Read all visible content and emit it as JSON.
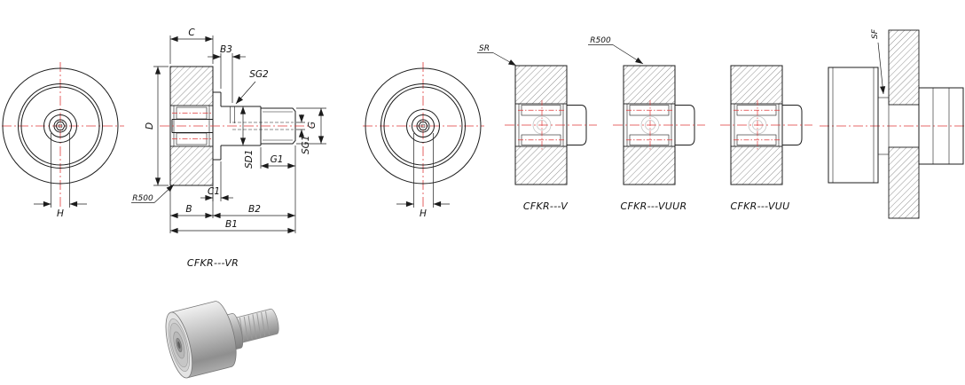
{
  "colors": {
    "line": "#1c1c1c",
    "centerline": "#e03a3a",
    "hatch": "#454545",
    "text": "#111111",
    "background": "#ffffff"
  },
  "front_view_left": {
    "dim_h": "H"
  },
  "front_view_mid": {
    "dim_h": "H"
  },
  "section_vr": {
    "label": "CFKR---VR",
    "callout_r500": "R500",
    "dims": {
      "c": "C",
      "b3": "B3",
      "sg2": "SG2",
      "d": "D",
      "g": "G",
      "sg1": "SG1",
      "sd1": "SD1",
      "g1": "G1",
      "c1": "C1",
      "b": "B",
      "b2": "B2",
      "b1": "B1"
    }
  },
  "view_v": {
    "label": "CFKR---V",
    "callout_sr": "SR"
  },
  "view_vuur": {
    "label": "CFKR---VUUR",
    "callout_r500": "R500"
  },
  "view_vuu": {
    "label": "CFKR---VUU"
  },
  "assembly_view": {
    "callout_sf": "SF"
  }
}
